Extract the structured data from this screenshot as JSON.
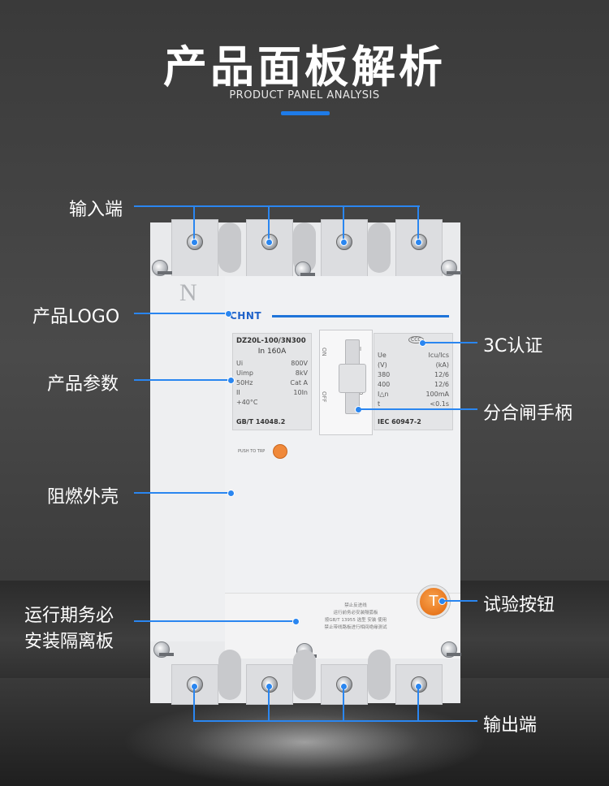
{
  "header": {
    "title": "产品面板解析",
    "subtitle": "PRODUCT PANEL ANALYSIS",
    "accent_color": "#1e7be8"
  },
  "callouts": {
    "input_terminal": "输入端",
    "logo": "产品LOGO",
    "params": "产品参数",
    "housing": "阻燃外壳",
    "baffle_line1": "运行期务必",
    "baffle_line2": "安装隔离板",
    "ccc": "3C认证",
    "handle": "分合闸手柄",
    "test_button": "试验按钮",
    "output_terminal": "输出端"
  },
  "breaker": {
    "neutral_mark": "N",
    "brand": "CHNT",
    "label_left": {
      "model": "DZ20L-100/3N300",
      "rating": "In   160A",
      "rows": [
        [
          "Ui",
          "800V"
        ],
        [
          "Uimp",
          "8kV"
        ],
        [
          "50Hz",
          "Cat A"
        ],
        [
          "II",
          "10In"
        ],
        [
          "+40°C",
          ""
        ]
      ],
      "standard": "GB/T 14048.2"
    },
    "label_right": {
      "rows": [
        [
          "Ue",
          "Icu/Ics"
        ],
        [
          "(V)",
          "(kA)"
        ],
        [
          "380",
          "12/6"
        ],
        [
          "400",
          "12/6"
        ],
        [
          "I△n",
          "100mA"
        ],
        [
          "t",
          "<0.1s"
        ]
      ],
      "standard": "IEC 60947-2",
      "ccc_mark": "CCC"
    },
    "handle_on": "ON",
    "handle_off": "OFF",
    "handle_i": "I",
    "handle_o": "O",
    "push_to_trip": "PUSH TO TRP",
    "test_symbol": "T",
    "warning_lines": [
      "禁止反进线",
      "运行前务必安装隔弧板",
      "按GB/T 13955 选型 安装 使用",
      "禁止带线路板进行相间绝缘测试"
    ],
    "accent_orange": "#e8771e"
  }
}
